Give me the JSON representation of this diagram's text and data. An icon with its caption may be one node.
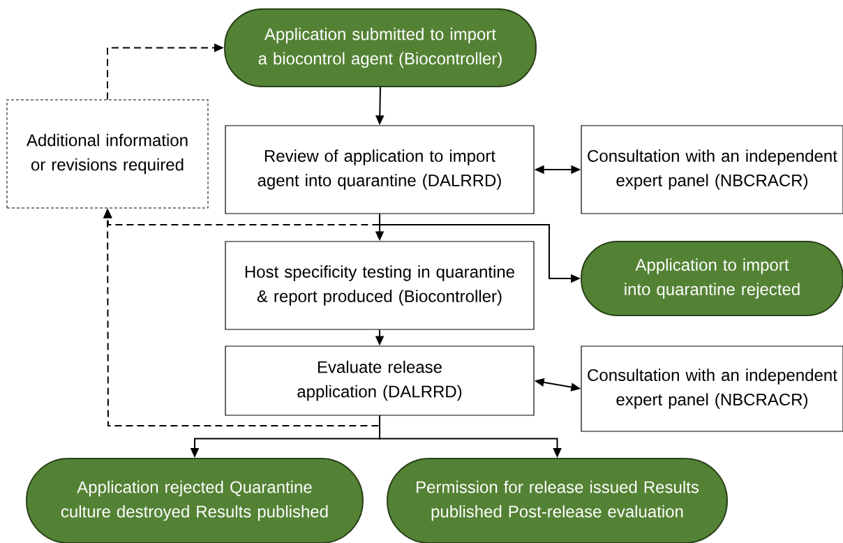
{
  "diagram": {
    "nodes": [
      {
        "text": [
          "Application submitted to import a biocontrol agent (Biocontroller)"
        ]
      },
      {
        "text": [
          "Additional information or revisions required"
        ]
      },
      {
        "text": [
          "Review of application to import agent into quarantine (DALRRD)"
        ]
      },
      {
        "text": [
          "Consultation with an independent expert panel (NBCRACR)"
        ]
      },
      {
        "text": [
          "Host specificity testing in quarantine & report produced (Biocontroller)"
        ]
      },
      {
        "text": [
          "Application to import into quarantine rejected"
        ]
      },
      {
        "text": [
          "Evaluate release application (DALRRD)"
        ]
      },
      {
        "text": [
          "Consultation with an independent expert panel (NBCRACR)"
        ]
      },
      {
        "text": [
          "Application rejected Quarantine culture destroyed Results published"
        ]
      },
      {
        "text": [
          "Permission for release issued Results published Post-release evaluation"
        ]
      }
    ],
    "edges": [
      {
        "from": 0,
        "to": 2,
        "arrow": "to"
      },
      {
        "from": 2,
        "to": 3,
        "arrow": "both"
      },
      {
        "from": 2,
        "to": 4,
        "arrow": "to"
      },
      {
        "from": 2,
        "to": 5,
        "arrow": "to"
      },
      {
        "from": 2,
        "to": 1,
        "arrow": "to",
        "style": "dashed"
      },
      {
        "from": 1,
        "to": 0,
        "arrow": "to",
        "style": "dashed"
      },
      {
        "from": 4,
        "to": 6,
        "arrow": "to"
      },
      {
        "from": 6,
        "to": 7,
        "arrow": "both"
      },
      {
        "from": 6,
        "to": 1,
        "arrow": "to",
        "style": "dashed"
      },
      {
        "from": 6,
        "to": 8,
        "arrow": "to"
      },
      {
        "from": 6,
        "to": 9,
        "arrow": "to"
      }
    ]
  }
}
